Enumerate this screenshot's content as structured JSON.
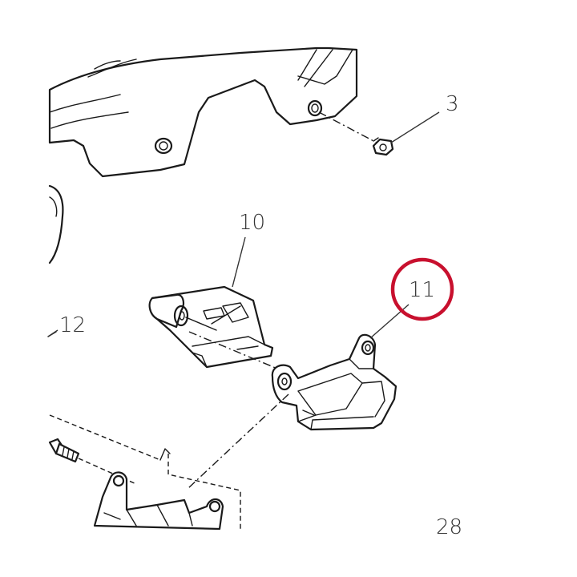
{
  "callouts": {
    "c3": "3",
    "c10": "10",
    "c11": "11",
    "c12": "12",
    "c28": "28"
  },
  "highlight": {
    "target": "11",
    "color": "#c8102e"
  }
}
